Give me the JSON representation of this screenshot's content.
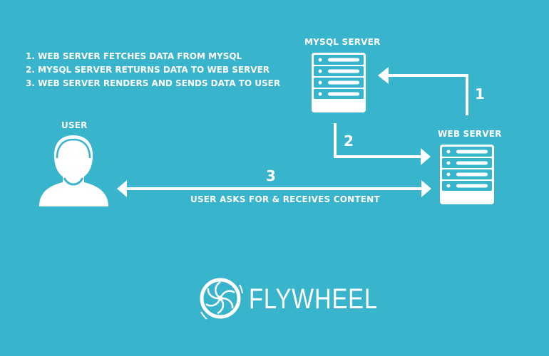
{
  "steps": [
    "1. WEB SERVER FETCHES DATA FROM MYSQL",
    "2. MYSQL SERVER RETURNS DATA TO WEB SERVER",
    "3. WEB SERVER RENDERS AND SENDS DATA TO USER"
  ],
  "nodes": {
    "mysql": "MYSQL SERVER",
    "web": "WEB SERVER",
    "user": "USER"
  },
  "arrows": {
    "one": "1",
    "two": "2",
    "three": "3",
    "three_caption": "USER ASKS FOR & RECEIVES CONTENT"
  },
  "logo": {
    "text": "FLYWHEEL"
  },
  "colors": {
    "background": "#38b4cc",
    "foreground": "#ffffff"
  }
}
